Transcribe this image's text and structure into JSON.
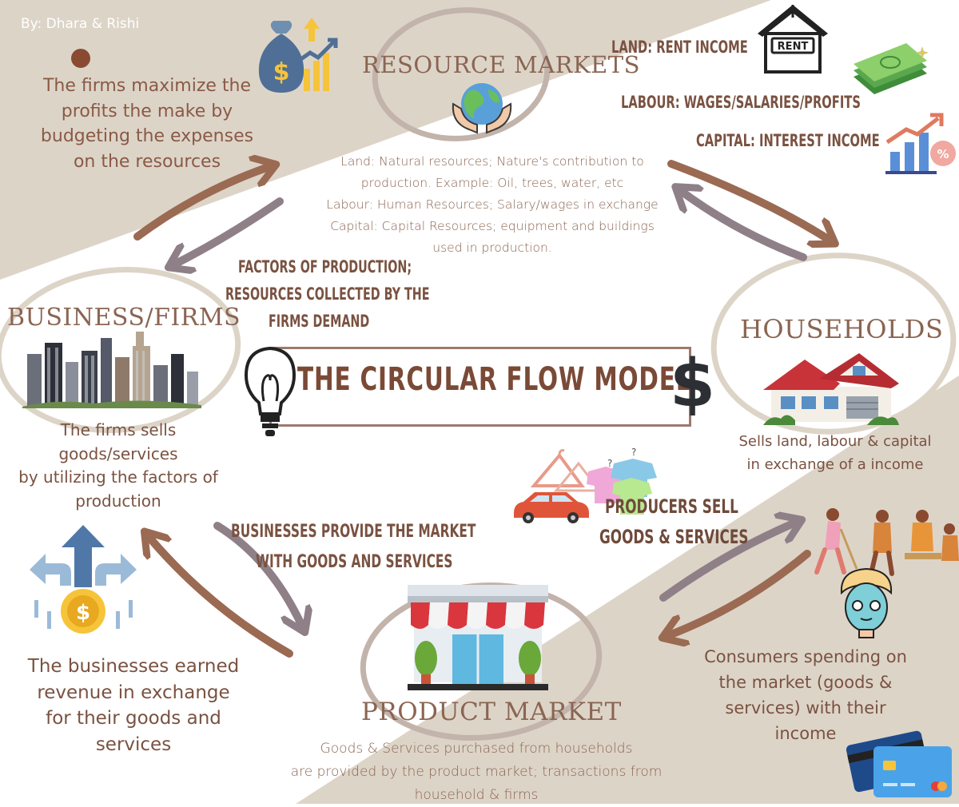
{
  "byline": "By: Dhara & Rishi",
  "title": "THE CIRCULAR FLOW MODEL",
  "dollar_sign": "$",
  "firms_maximize": [
    "The firms maximize the",
    "profits the make by",
    "budgeting the expenses",
    "on the resources"
  ],
  "resource_markets": {
    "title": "RESOURCE MARKETS",
    "description": [
      "Land: Natural resources; Nature's contribution to",
      "production. Example: Oil, trees, water, etc",
      "Labour: Human Resources; Salary/wages in exchange",
      "Capital: Capital Resources; equipment and buildings",
      "used in production."
    ]
  },
  "incomes": {
    "land": "LAND: RENT INCOME",
    "labour": "LABOUR: WAGES/SALARIES/PROFITS",
    "capital": "CAPITAL: INTEREST INCOME"
  },
  "rent_sign": "RENT",
  "factors_of_production": [
    "FACTORS OF PRODUCTION;",
    "RESOURCES COLLECTED BY THE",
    "FIRMS DEMAND"
  ],
  "business_firms": {
    "title": "BUSINESS/FIRMS",
    "description": [
      "The firms sells",
      "goods/services",
      "by utilizing the factors of",
      "production"
    ]
  },
  "households": {
    "title": "HOUSEHOLDS",
    "description": [
      "Sells land, labour & capital",
      "in exchange of a income"
    ]
  },
  "producers_sell": [
    "PRODUCERS SELL",
    "GOODS & SERVICES"
  ],
  "businesses_provide": [
    "BUSINESSES PROVIDE THE MARKET",
    "WITH GOODS AND SERVICES"
  ],
  "businesses_earned": [
    "The businesses earned",
    "revenue in exchange",
    "for their goods and",
    "services"
  ],
  "consumers_spending": [
    "Consumers spending on",
    "the market (goods &",
    "services) with their",
    "income"
  ],
  "product_market": {
    "title": "PRODUCT MARKET",
    "description": [
      "Goods & Services purchased from households",
      "are provided by the product market; transactions from",
      "household & firms"
    ]
  },
  "colors": {
    "taupe": "#ddd4c8",
    "brown_text": "#7a5241",
    "arrow_brown": "#9b6a52",
    "arrow_gray": "#8f8088",
    "ellipse": "#c2b3ab"
  },
  "icons": [
    "money-bag-growth-icon",
    "globe-in-hands-icon",
    "rent-sign-icon",
    "cash-stack-icon",
    "bar-chart-percent-icon",
    "city-skyline-icon",
    "light-bulb-icon",
    "dollar-icon",
    "house-icon",
    "clothes-hangers-icon",
    "car-icon",
    "revenue-arrows-coin-icon",
    "storefront-icon",
    "people-workers-icon",
    "spa-face-icon",
    "credit-cards-icon"
  ]
}
